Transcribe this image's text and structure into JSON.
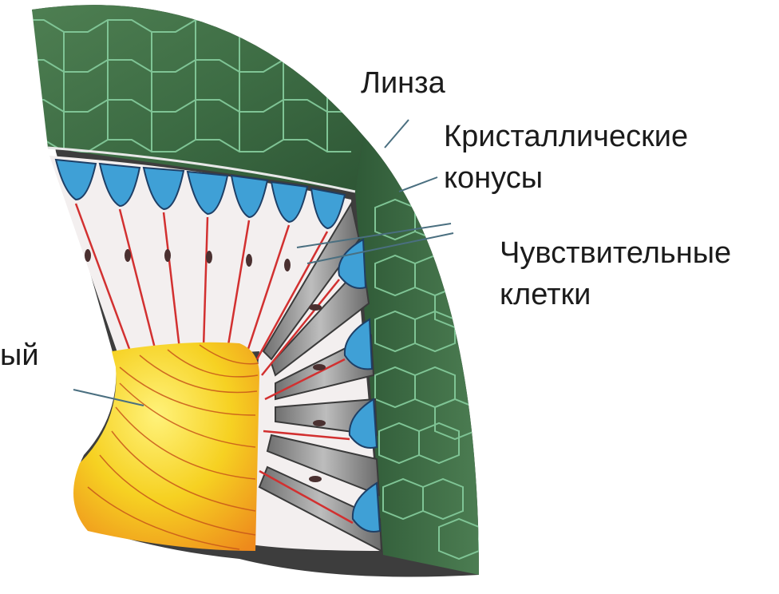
{
  "labels": {
    "lens": "Линза",
    "crystal_line1": "Кристаллические",
    "crystal_line2": "конусы",
    "sensory_line1": "Чувствительные",
    "sensory_line2": "клетки",
    "nerve_partial": "ый"
  },
  "colors": {
    "cornea_green": "#3f6d45",
    "facet_line": "#86c99a",
    "cone_blue": "#3fa0d6",
    "nerve_yellow": "#f4d020",
    "nerve_orange": "#ef8a1a",
    "fiber_red": "#d23030",
    "pigment_gray": "#8c8c8c"
  }
}
